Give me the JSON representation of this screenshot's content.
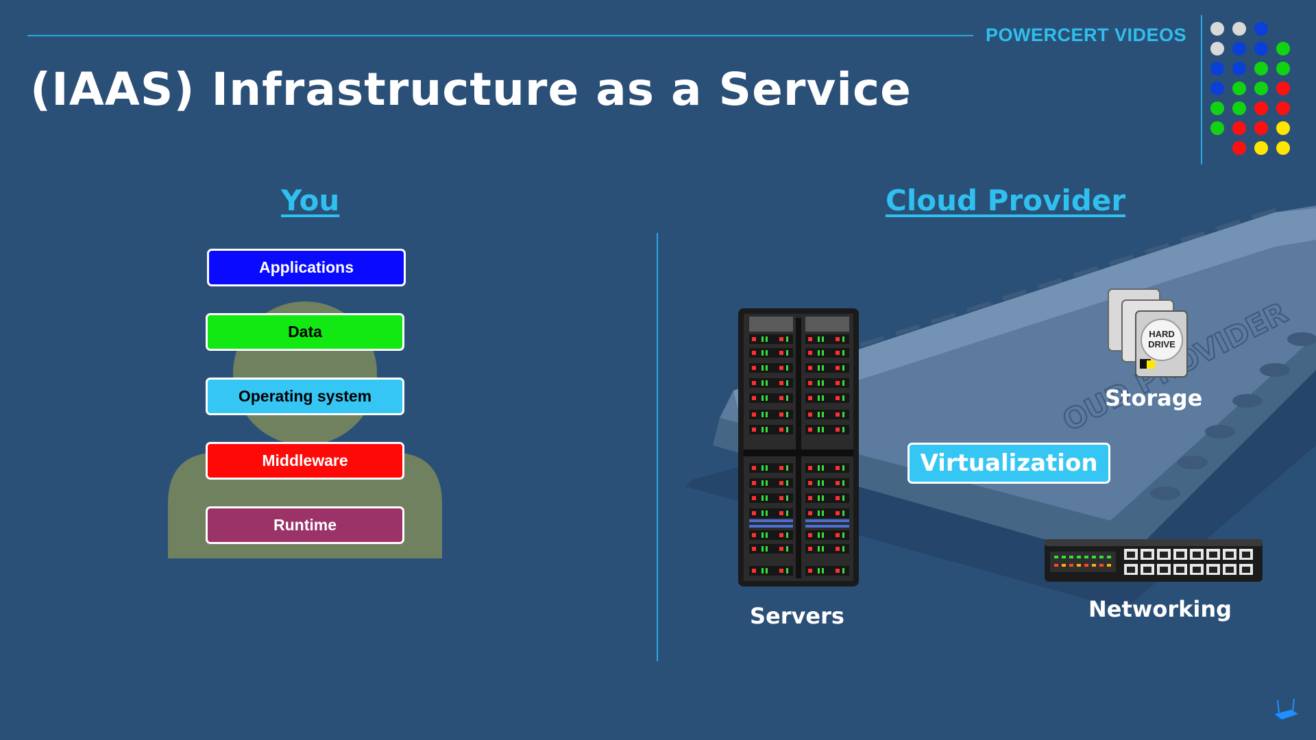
{
  "brand": {
    "text": "POWERCERT VIDEOS"
  },
  "slide": {
    "title": "(IAAS)  Infrastructure as a Service"
  },
  "you": {
    "heading": "You",
    "layers": [
      {
        "label": "Applications",
        "color": "#0a0aff"
      },
      {
        "label": "Data",
        "color": "#12e812"
      },
      {
        "label": "Operating system",
        "color": "#36c6f4"
      },
      {
        "label": "Middleware",
        "color": "#ff0808"
      },
      {
        "label": "Runtime",
        "color": "#9b3368"
      }
    ]
  },
  "cloud": {
    "heading": "Cloud Provider",
    "servers_label": "Servers",
    "storage_label": "Storage",
    "networking_label": "Networking",
    "virtualization_label": "Virtualization",
    "drive_label_line1": "HARD",
    "drive_label_line2": "DRIVE",
    "deck_text": "OUD PROVIDER"
  },
  "colors": {
    "background": "#2b5078",
    "accent": "#2fbfee"
  }
}
